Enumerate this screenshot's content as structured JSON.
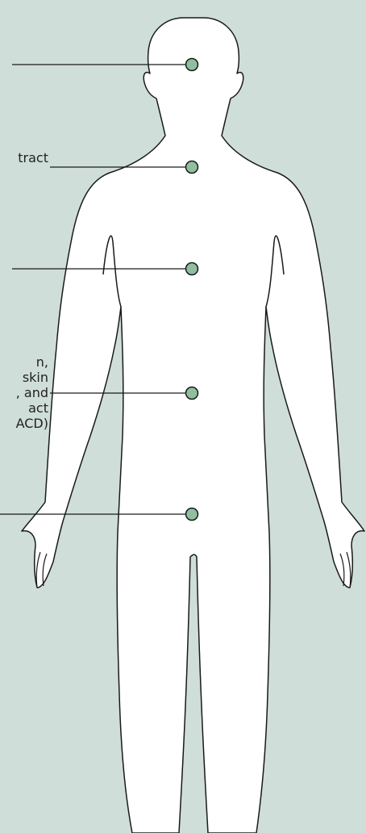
{
  "colors": {
    "background": "#cfded8",
    "body_fill": "#ffffff",
    "outline": "#1a1a1a",
    "marker_fill": "#8fbf9f"
  },
  "labels": [
    {
      "id": "head",
      "lines": []
    },
    {
      "id": "throat",
      "lines": [
        "tract"
      ]
    },
    {
      "id": "chest",
      "lines": []
    },
    {
      "id": "abdomen",
      "lines": [
        "n,",
        "skin",
        ", and",
        "act",
        "ACD)"
      ]
    },
    {
      "id": "pelvis",
      "lines": []
    }
  ]
}
